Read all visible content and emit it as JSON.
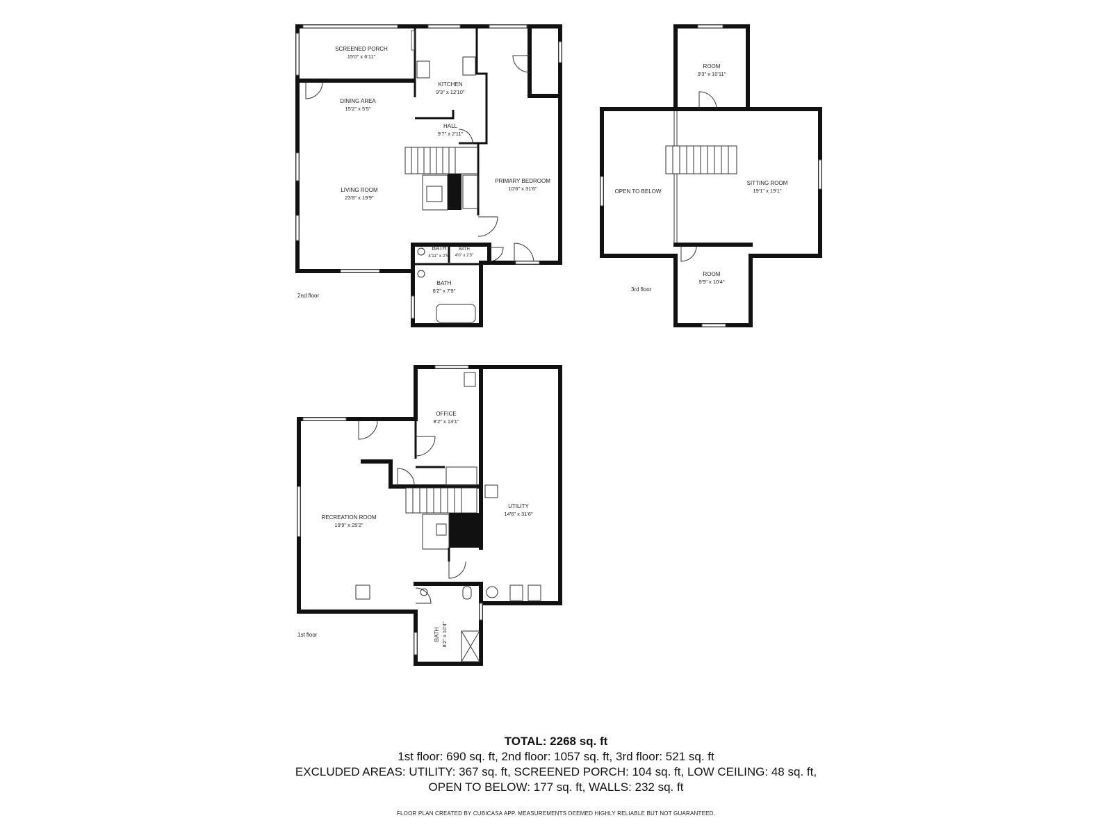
{
  "floors": {
    "second": {
      "label": "2nd floor",
      "rooms": {
        "screened_porch": {
          "name": "SCREENED PORCH",
          "dims": "15'0\" x 6'11\""
        },
        "kitchen": {
          "name": "KITCHEN",
          "dims": "9'3\" x 12'10\""
        },
        "dining_area": {
          "name": "DINING AREA",
          "dims": "15'2\" x 5'5\""
        },
        "hall": {
          "name": "HALL",
          "dims": "9'7\" x 2'11\""
        },
        "living_room": {
          "name": "LIVING ROOM",
          "dims": "23'8\" x 19'9\""
        },
        "primary_bedroom": {
          "name": "PRIMARY BEDROOM",
          "dims": "10'6\" x 31'6\""
        },
        "bath_small_a": {
          "name": "BATH",
          "dims": "4'11\" x 2'5\""
        },
        "bath_small_b": {
          "name": "BATH",
          "dims": "4'0\" x 2'3\""
        },
        "bath": {
          "name": "BATH",
          "dims": "8'2\" x 7'9\""
        }
      }
    },
    "third": {
      "label": "3rd floor",
      "rooms": {
        "room_top": {
          "name": "ROOM",
          "dims": "9'3\" x 10'11\""
        },
        "open_to_below": {
          "name": "OPEN TO BELOW"
        },
        "sitting_room": {
          "name": "SITTING ROOM",
          "dims": "19'1\" x 19'1\""
        },
        "room_bottom": {
          "name": "ROOM",
          "dims": "9'9\" x 10'4\""
        }
      }
    },
    "first": {
      "label": "1st floor",
      "rooms": {
        "office": {
          "name": "OFFICE",
          "dims": "8'2\" x 13'1\""
        },
        "utility": {
          "name": "UTILITY",
          "dims": "14'6\" x 31'6\""
        },
        "recreation_room": {
          "name": "RECREATION ROOM",
          "dims": "19'9\" x 25'2\""
        },
        "bath": {
          "name": "BATH",
          "dims": "8'2\" x 10'4\""
        }
      }
    }
  },
  "summary": {
    "total": "TOTAL: 2268 sq. ft",
    "line1": "1st floor: 690 sq. ft, 2nd floor: 1057 sq. ft, 3rd floor: 521 sq. ft",
    "line2": "EXCLUDED AREAS: UTILITY: 367 sq. ft, SCREENED PORCH: 104 sq. ft, LOW CEILING: 48 sq. ft,",
    "line3": "OPEN TO BELOW: 177 sq. ft, WALLS: 232 sq. ft"
  },
  "disclaimer": "FLOOR PLAN CREATED BY CUBICASA APP. MEASUREMENTS DEEMED HIGHLY RELIABLE BUT NOT GUARANTEED."
}
